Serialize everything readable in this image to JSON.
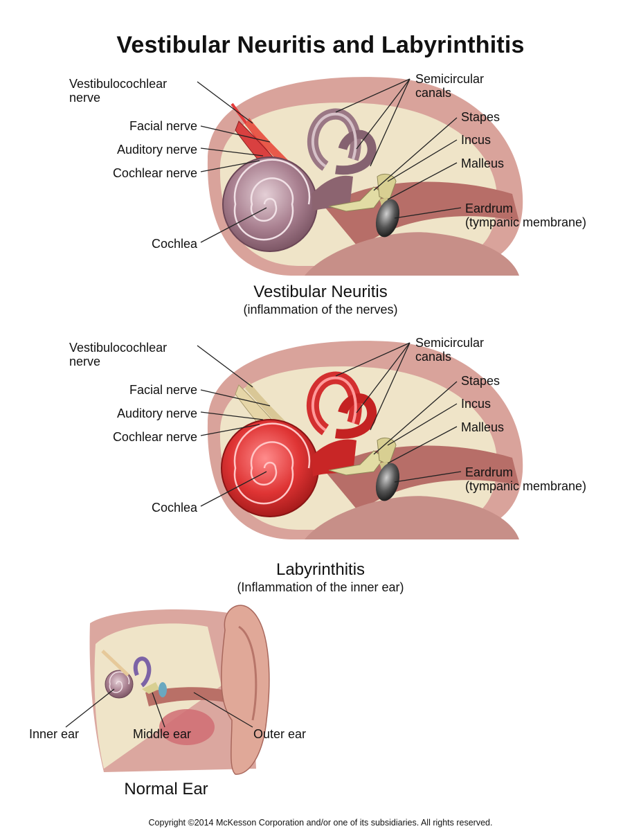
{
  "title": "Vestibular Neuritis and Labyrinthitis",
  "colors": {
    "bone": "#efe4c8",
    "tissue": "#c98e86",
    "nerve_normal": "#e6d6a8",
    "inflamed": "#d83a3a",
    "cochlea_normal": "#b08a98",
    "eardrum": "#555555"
  },
  "panel_vn": {
    "labels": {
      "vestibulocochlear": [
        "Vestibulocochlear",
        "nerve"
      ],
      "facial": "Facial nerve",
      "auditory": "Auditory nerve",
      "cochlear_nerve": "Cochlear nerve",
      "cochlea": "Cochlea",
      "semicircular": [
        "Semicircular",
        "canals"
      ],
      "stapes": "Stapes",
      "incus": "Incus",
      "malleus": "Malleus",
      "eardrum": [
        "Eardrum",
        "(tympanic membrane)"
      ]
    },
    "caption": "Vestibular Neuritis",
    "subcaption": "(inflammation of the nerves)"
  },
  "panel_lab": {
    "labels": {
      "vestibulocochlear": [
        "Vestibulocochlear",
        "nerve"
      ],
      "facial": "Facial nerve",
      "auditory": "Auditory nerve",
      "cochlear_nerve": "Cochlear nerve",
      "cochlea": "Cochlea",
      "semicircular": [
        "Semicircular",
        "canals"
      ],
      "stapes": "Stapes",
      "incus": "Incus",
      "malleus": "Malleus",
      "eardrum": [
        "Eardrum",
        "(tympanic membrane)"
      ]
    },
    "caption": "Labyrinthitis",
    "subcaption": "(Inflammation of the inner ear)"
  },
  "panel_normal": {
    "labels": {
      "inner": "Inner ear",
      "middle": "Middle ear",
      "outer": "Outer ear"
    },
    "caption": "Normal Ear"
  },
  "copyright": "Copyright ©2014 McKesson Corporation and/or one of its subsidiaries. All rights reserved."
}
